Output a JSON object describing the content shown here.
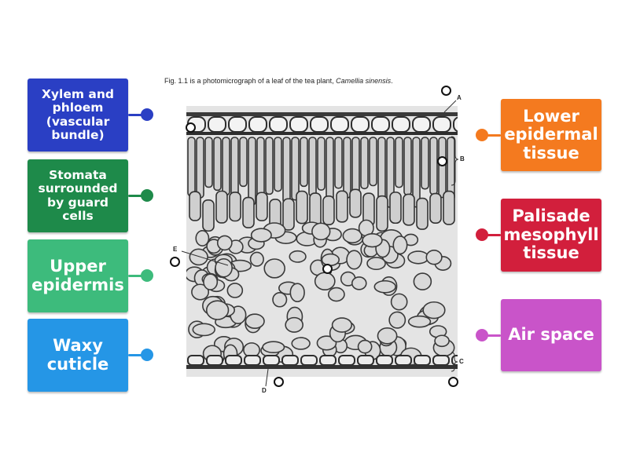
{
  "figure": {
    "caption_prefix": "Fig. 1.1 is a photomicrograph of a leaf of the tea plant, ",
    "caption_species": "Camellia sinensis",
    "caption_suffix": ".",
    "letters": {
      "a": "A",
      "b": "B",
      "c": "C",
      "d": "D",
      "e": "E"
    }
  },
  "labels": {
    "left": [
      {
        "text": "Xylem and phloem (vascular bundle)",
        "color": "#2a3fc4"
      },
      {
        "text": "Stomata surrounded by guard cells",
        "color": "#1e8a4a"
      },
      {
        "text": "Upper epidermis",
        "color": "#3dbb7c"
      },
      {
        "text": "Waxy cuticle",
        "color": "#2596e6"
      }
    ],
    "right": [
      {
        "text": "Lower epidermal tissue",
        "color": "#f47a1f"
      },
      {
        "text": "Palisade mesophyll tissue",
        "color": "#d21f3c"
      },
      {
        "text": "Air space",
        "color": "#c954c9"
      }
    ]
  }
}
